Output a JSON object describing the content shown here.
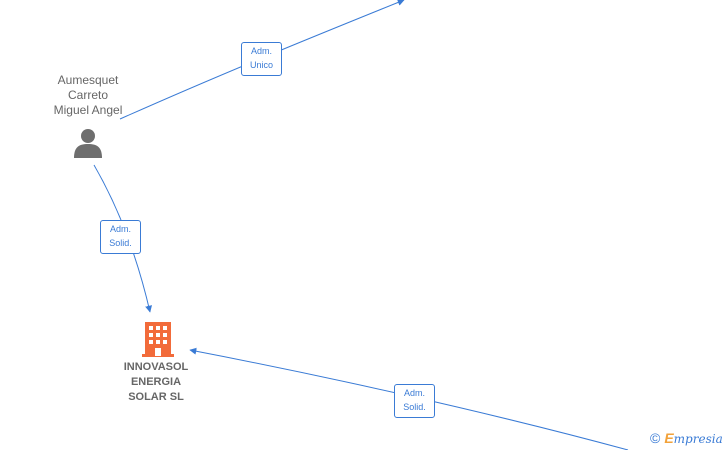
{
  "person": {
    "name_lines": [
      "Aumesquet",
      "Carreto",
      "Miguel Angel"
    ]
  },
  "company": {
    "name_lines": [
      "INNOVASOL",
      "ENERGIA",
      "SOLAR  SL"
    ]
  },
  "roles": [
    {
      "lines": [
        "Adm.",
        "Unico"
      ]
    },
    {
      "lines": [
        "Adm.",
        "Solid."
      ]
    },
    {
      "lines": [
        "Adm.",
        "Solid."
      ]
    }
  ],
  "watermark": {
    "symbol": "©",
    "brand_first": "E",
    "brand_rest": "mpresia"
  },
  "colors": {
    "edge": "#3a7bd5",
    "company_icon": "#f26b3a",
    "person_icon": "#6e6e6e",
    "label_text": "#666666"
  },
  "icons": {
    "person": "person-icon",
    "company": "building-icon"
  }
}
